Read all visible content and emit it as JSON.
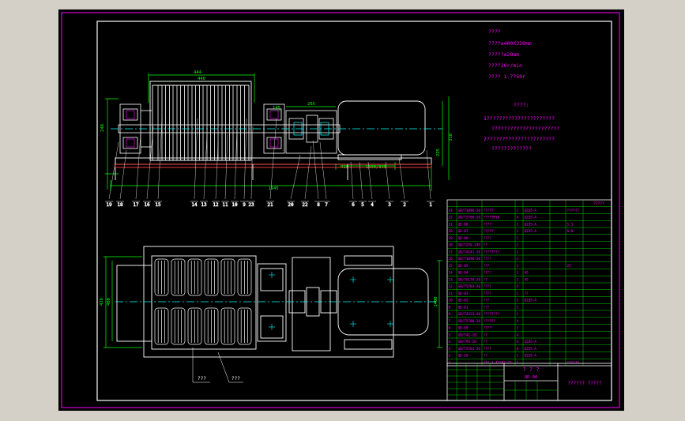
{
  "colors": {
    "background": "#d4d0c8",
    "canvas": "#000000",
    "frame": "#ffffff",
    "sheet_border": "#ff00ff",
    "object_lines": "#ffffff",
    "dimension_lines": "#00ff00",
    "center_lines": "#00ffff",
    "annotations": "#ff00ff",
    "hidden_lines": "#ff4040"
  },
  "notes": {
    "specs": [
      "????",
      "????≤400X320mm",
      "?????≤20mm",
      "????16r/min",
      "????   1.7?50r"
    ],
    "req_title": "????:",
    "requirements": [
      "1??????????????????????",
      "??????????????????????",
      "2??????????????????????",
      "?????????????"
    ]
  },
  "front_view": {
    "dims": {
      "top1": "444",
      "top2": "440",
      "shaft": "145",
      "coupling": "265",
      "left_height": "248",
      "right_height": "318",
      "motor_height": "225",
      "base_length": "1945",
      "motor_base": "1300/345",
      "motor_small": "410"
    },
    "balloons": [
      "1",
      "2",
      "3",
      "4",
      "5",
      "6",
      "7",
      "8",
      "20",
      "21",
      "22",
      "23",
      "9",
      "10",
      "11",
      "12",
      "13",
      "14",
      "15",
      "16",
      "17",
      "18",
      "19"
    ]
  },
  "top_view": {
    "dims": {
      "left1": "426",
      "left2": "400",
      "right": "1400"
    },
    "callouts": [
      "???",
      "???"
    ]
  },
  "parts_table": {
    "header_right": "?????",
    "rows": [
      [
        "23",
        "GB/T1096-20",
        "?????",
        "1",
        "Q235-A",
        "",
        "??????"
      ],
      [
        "22",
        "GB/T5780-20",
        "?????M10",
        "4",
        "Q235-A",
        "",
        ""
      ],
      [
        "21",
        "QE-08",
        "????",
        "1",
        "Q235-A",
        "",
        "5.3"
      ],
      [
        "20",
        "QE-07",
        "?????",
        "1",
        "Q235-A",
        "",
        "6.0"
      ],
      [
        "19",
        "QE-06",
        "????",
        "1",
        "",
        "",
        ""
      ],
      [
        "18",
        "GB/T276-199",
        "??",
        "2",
        "",
        "",
        ""
      ],
      [
        "17",
        "GB/T4141-20",
        "????????",
        "1",
        "",
        "",
        ""
      ],
      [
        "16",
        "GB/T1096-20",
        "????",
        "2",
        "",
        "",
        ""
      ],
      [
        "15",
        "QE-05",
        "???",
        "1",
        "",
        "",
        "25"
      ],
      [
        "14",
        "QE-04",
        "????",
        "1",
        "45",
        "",
        ""
      ],
      [
        "13",
        "GB/T6170-20",
        "??",
        "2",
        "45",
        "",
        ""
      ],
      [
        "12",
        "GB/T5783-20",
        "????",
        "4",
        "",
        "",
        ""
      ],
      [
        "11",
        "QE-03",
        "????",
        "1",
        "??",
        "",
        ""
      ],
      [
        "10",
        "QE-02",
        "???",
        "2",
        "Q235-A",
        "",
        ""
      ],
      [
        "9",
        "QE-01",
        "???",
        "2",
        "",
        "",
        ""
      ],
      [
        "8",
        "GB/T4323-20",
        "????????",
        "1",
        "",
        "",
        ""
      ],
      [
        "7",
        "GB/T5780-20",
        "??????",
        "4",
        "",
        "",
        ""
      ],
      [
        "6",
        "QE-09",
        "????",
        "1",
        "",
        "",
        ""
      ],
      [
        "5",
        "GB/T41-20",
        "??",
        "4",
        "",
        "",
        ""
      ],
      [
        "4",
        "GB/T95-20",
        "??",
        "4",
        "Q235-A",
        "",
        ""
      ],
      [
        "3",
        "GB/T5783-20",
        "????",
        "8",
        "Q235-A",
        "",
        ""
      ],
      [
        "2",
        "QE-10",
        "??",
        "1",
        "Q235-A",
        "",
        ""
      ],
      [
        "1",
        "",
        "???  1.7?50?  ??",
        "1",
        "",
        "",
        "??????"
      ]
    ]
  },
  "title_block": {
    "drawing_title": "? ? ?",
    "drawing_no": "QE-00",
    "company": "??????  ?????"
  }
}
